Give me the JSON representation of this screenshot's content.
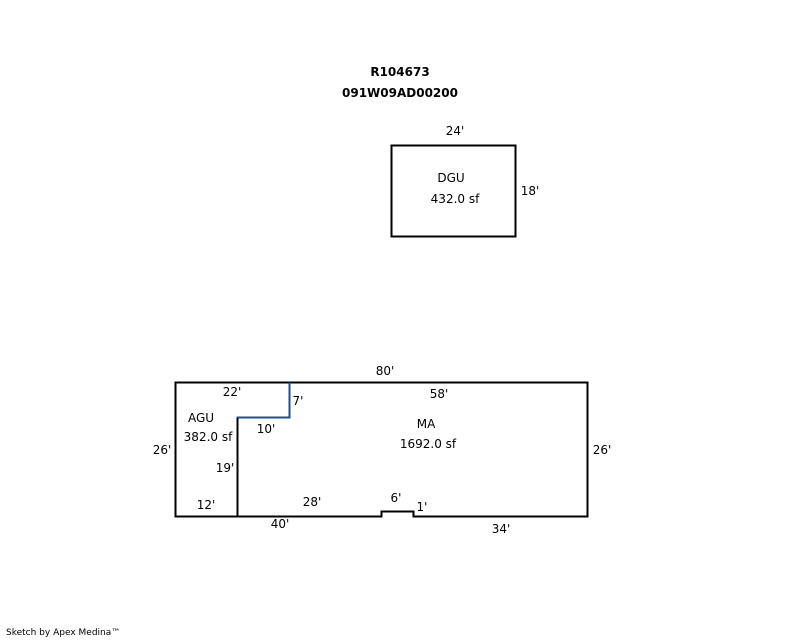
{
  "header": {
    "account": "R104673",
    "parcel": "091W09AD00200"
  },
  "dgu": {
    "code": "DGU",
    "area": "432.0 sf",
    "width": "24'",
    "height": "18'"
  },
  "main": {
    "overall_width": "80'",
    "agu_code": "AGU",
    "agu_area": "382.0 sf",
    "ma_code": "MA",
    "ma_area": "1692.0 sf",
    "dims": {
      "top_left": "22'",
      "top_right": "58'",
      "notch_vertical": "7'",
      "notch_horizontal": "10'",
      "left_side": "26'",
      "right_side": "26'",
      "agu_inner_vertical": "19'",
      "agu_bottom": "12'",
      "ma_bottom_inner": "28'",
      "bump_width": "6'",
      "bump_height": "1'",
      "bottom_left": "40'",
      "bottom_right": "34'"
    }
  },
  "colors": {
    "outline": "#000000",
    "agu_boundary": "#1f4e8c"
  },
  "footer": {
    "credit": "Sketch by Apex Medina™"
  }
}
